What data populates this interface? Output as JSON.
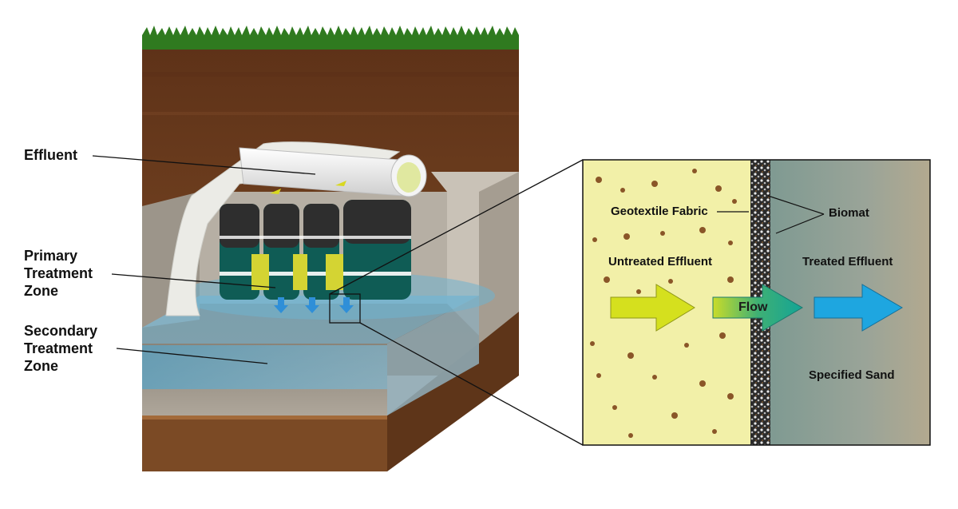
{
  "labels": {
    "effluent": "Effluent",
    "primary_line1": "Primary",
    "primary_line2": "Treatment",
    "primary_line3": "Zone",
    "secondary_line1": "Secondary",
    "secondary_line2": "Treatment",
    "secondary_line3": "Zone"
  },
  "detail": {
    "geotextile_fabric": "Geotextile Fabric",
    "biomat": "Biomat",
    "untreated_effluent": "Untreated Effluent",
    "treated_effluent": "Treated Effluent",
    "flow": "Flow",
    "specified_sand": "Specified Sand"
  },
  "colors": {
    "grass": "#3f8f2a",
    "topsoil": "#6b3a1e",
    "subsoil": "#7a4a26",
    "sand": "#9a9287",
    "untreated_zone": "#f2f0a8",
    "treated_zone": "#8fa89e",
    "arrow_untreated": "#d5e01e",
    "arrow_flow": "#1aa38a",
    "arrow_treated": "#1ea6e0",
    "chamber_green": "#0f5c55"
  }
}
